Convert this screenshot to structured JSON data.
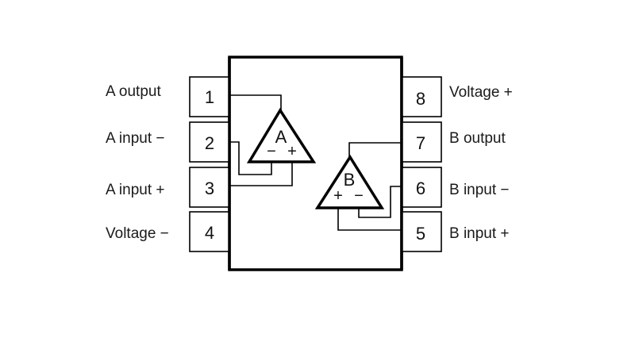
{
  "diagram": {
    "title": "Dual op-amp 8-pin pinout",
    "colors": {
      "line": "#000000",
      "text": "#1a1a1a",
      "background": "#ffffff"
    },
    "left_pins": [
      {
        "number": "1",
        "label": "A output"
      },
      {
        "number": "2",
        "label": "A input −"
      },
      {
        "number": "3",
        "label": "A input +"
      },
      {
        "number": "4",
        "label": "Voltage −"
      }
    ],
    "right_pins": [
      {
        "number": "8",
        "label": "Voltage +"
      },
      {
        "number": "7",
        "label": "B output"
      },
      {
        "number": "6",
        "label": "B input −"
      },
      {
        "number": "5",
        "label": "B input +"
      }
    ],
    "amplifiers": [
      {
        "name": "A",
        "minus": "−",
        "plus": "+"
      },
      {
        "name": "B",
        "plus": "+",
        "minus": "−"
      }
    ]
  }
}
